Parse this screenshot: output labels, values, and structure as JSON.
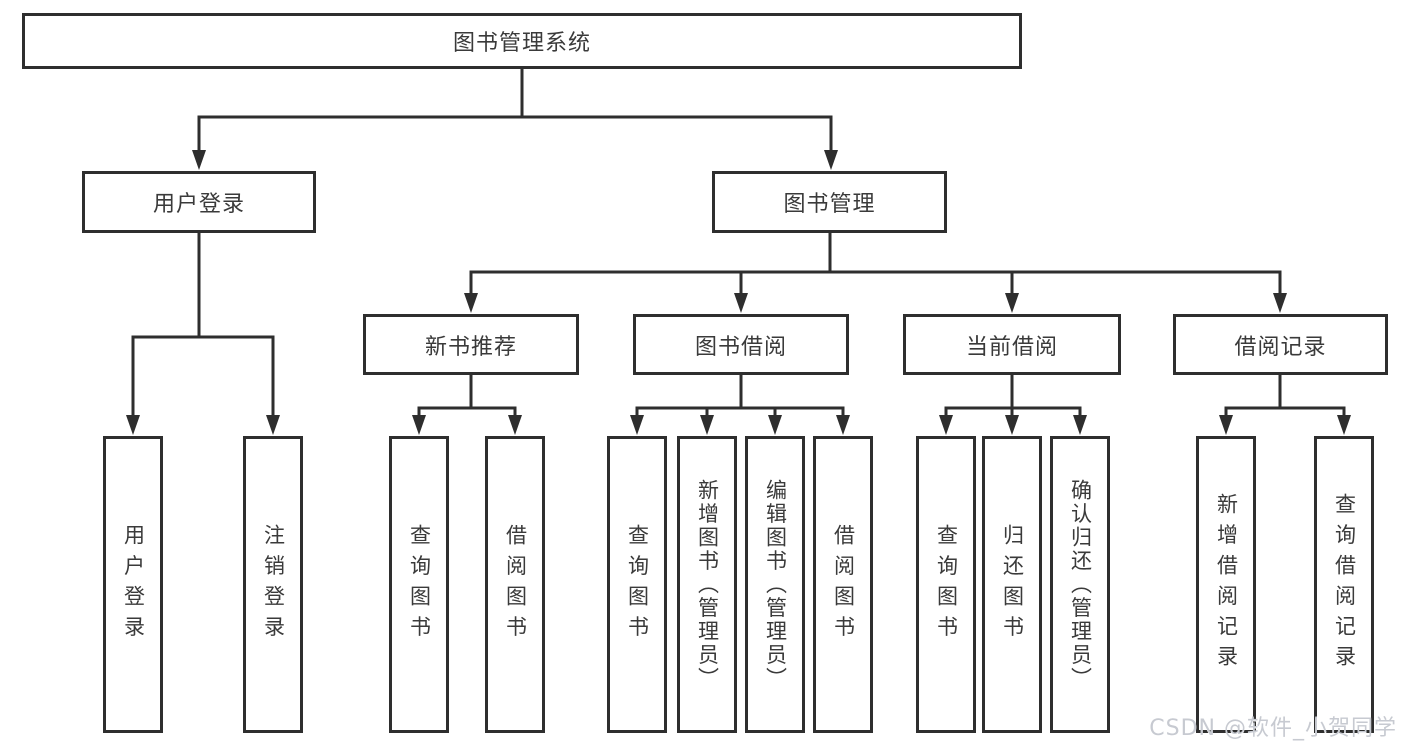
{
  "diagram": {
    "root": {
      "label": "图书管理系统"
    },
    "level2": [
      {
        "label": "用户登录"
      },
      {
        "label": "图书管理"
      }
    ],
    "level3": [
      {
        "label": "新书推荐"
      },
      {
        "label": "图书借阅"
      },
      {
        "label": "当前借阅"
      },
      {
        "label": "借阅记录"
      }
    ],
    "leaves": [
      {
        "label": "用户登录"
      },
      {
        "label": "注销登录"
      },
      {
        "label": "查询图书"
      },
      {
        "label": "借阅图书"
      },
      {
        "label": "查询图书"
      },
      {
        "label": "新增图书（管理员）"
      },
      {
        "label": "编辑图书（管理员）"
      },
      {
        "label": "借阅图书"
      },
      {
        "label": "查询图书"
      },
      {
        "label": "归还图书"
      },
      {
        "label": "确认归还（管理员）"
      },
      {
        "label": "新增借阅记录"
      },
      {
        "label": "查询借阅记录"
      }
    ]
  },
  "watermark": {
    "text": "CSDN @软件_小贺同学"
  },
  "colors": {
    "line": "#2e2e2e",
    "text": "#3a3a3a",
    "background": "#ffffff",
    "watermark": "#c7cad1"
  }
}
